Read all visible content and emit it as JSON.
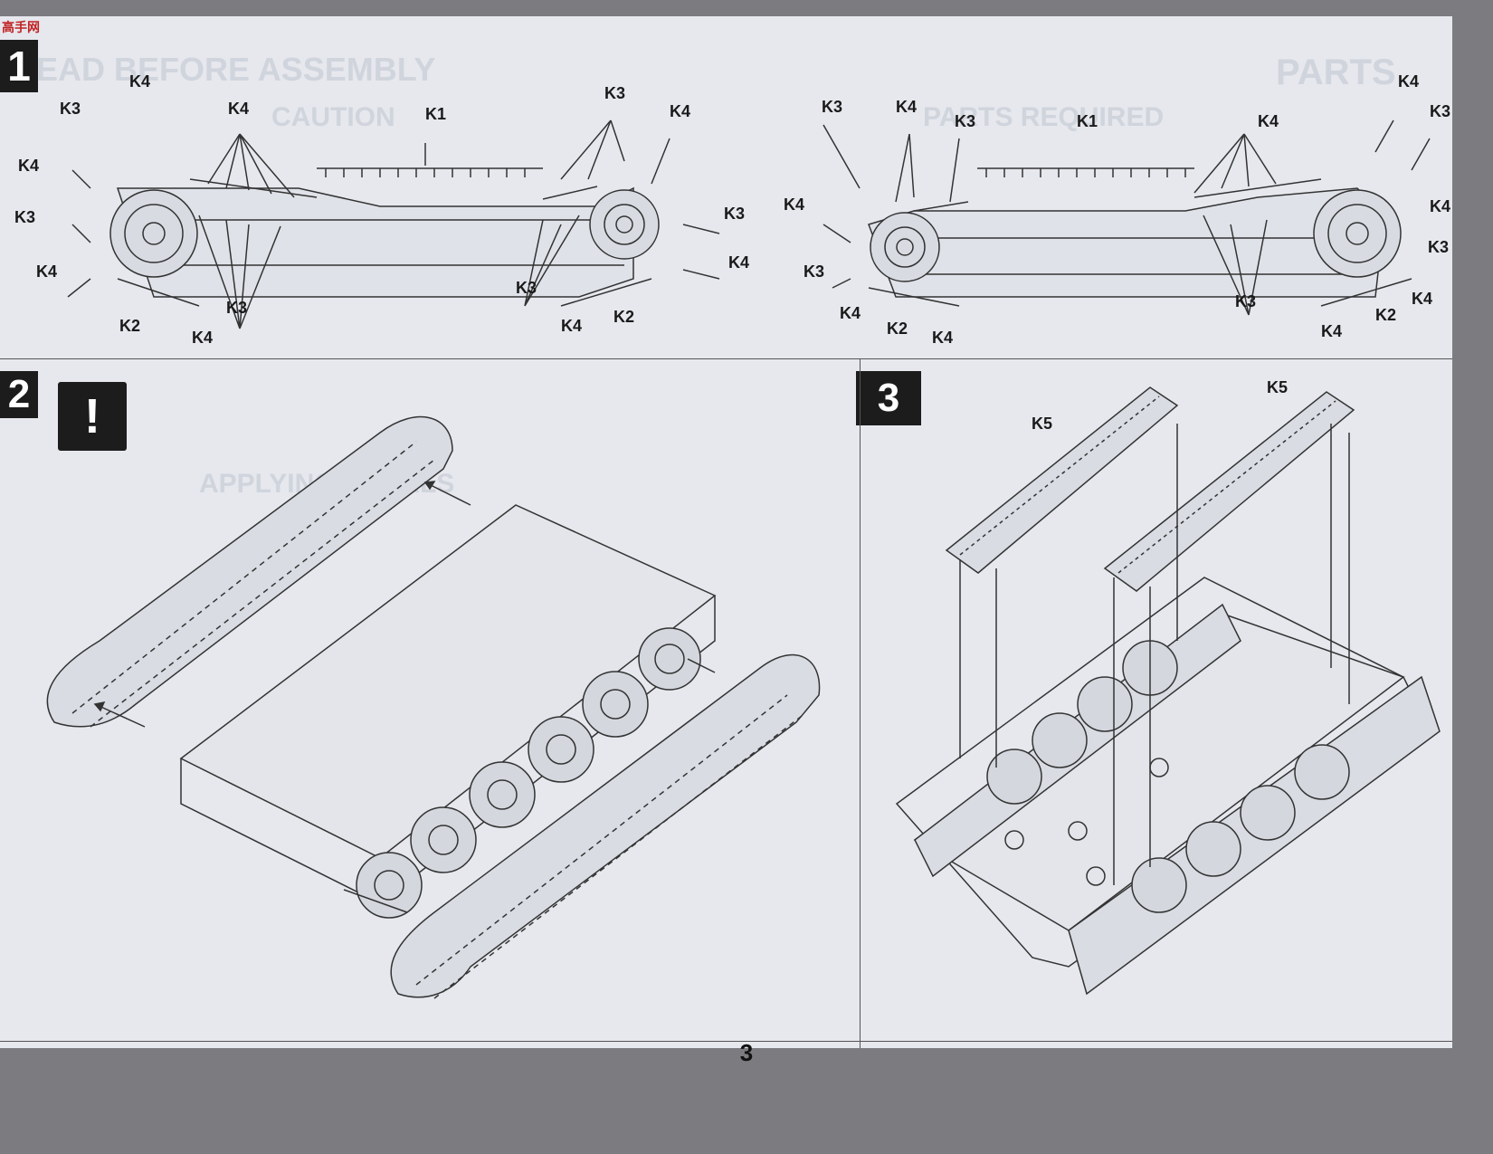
{
  "watermark": "高手网",
  "page_number": "3",
  "steps": {
    "step1": "1",
    "step2": "2",
    "step3": "3",
    "warning": "!"
  },
  "ghost_text": {
    "read_before": "EAD BEFORE ASSEMBLY",
    "caution": "CAUTION",
    "parts": "PARTS",
    "parts_required": "PARTS REQUIRED",
    "applying_decals": "APPLYING DECALS"
  },
  "step1_labels": {
    "left": {
      "a": "K4",
      "b": "K3",
      "c": "K4",
      "d": "K1",
      "e": "K3",
      "f": "K4",
      "g": "K4",
      "h": "K3",
      "i": "K3",
      "j": "K4",
      "k": "K4",
      "l": "K3",
      "m": "K2",
      "n": "K4",
      "o": "K3",
      "p": "K4",
      "q": "K4",
      "r": "K2"
    },
    "right": {
      "a": "K3",
      "b": "K4",
      "c": "K3",
      "d": "K1",
      "e": "K4",
      "f": "K4",
      "g": "K3",
      "h": "K4",
      "i": "K4",
      "j": "K3",
      "k": "K4",
      "l": "K3",
      "m": "K2",
      "n": "K4",
      "o": "K3",
      "p": "K4",
      "q": "K2",
      "r": "K4"
    }
  },
  "step3_labels": {
    "left": "K5",
    "right": "K5"
  }
}
